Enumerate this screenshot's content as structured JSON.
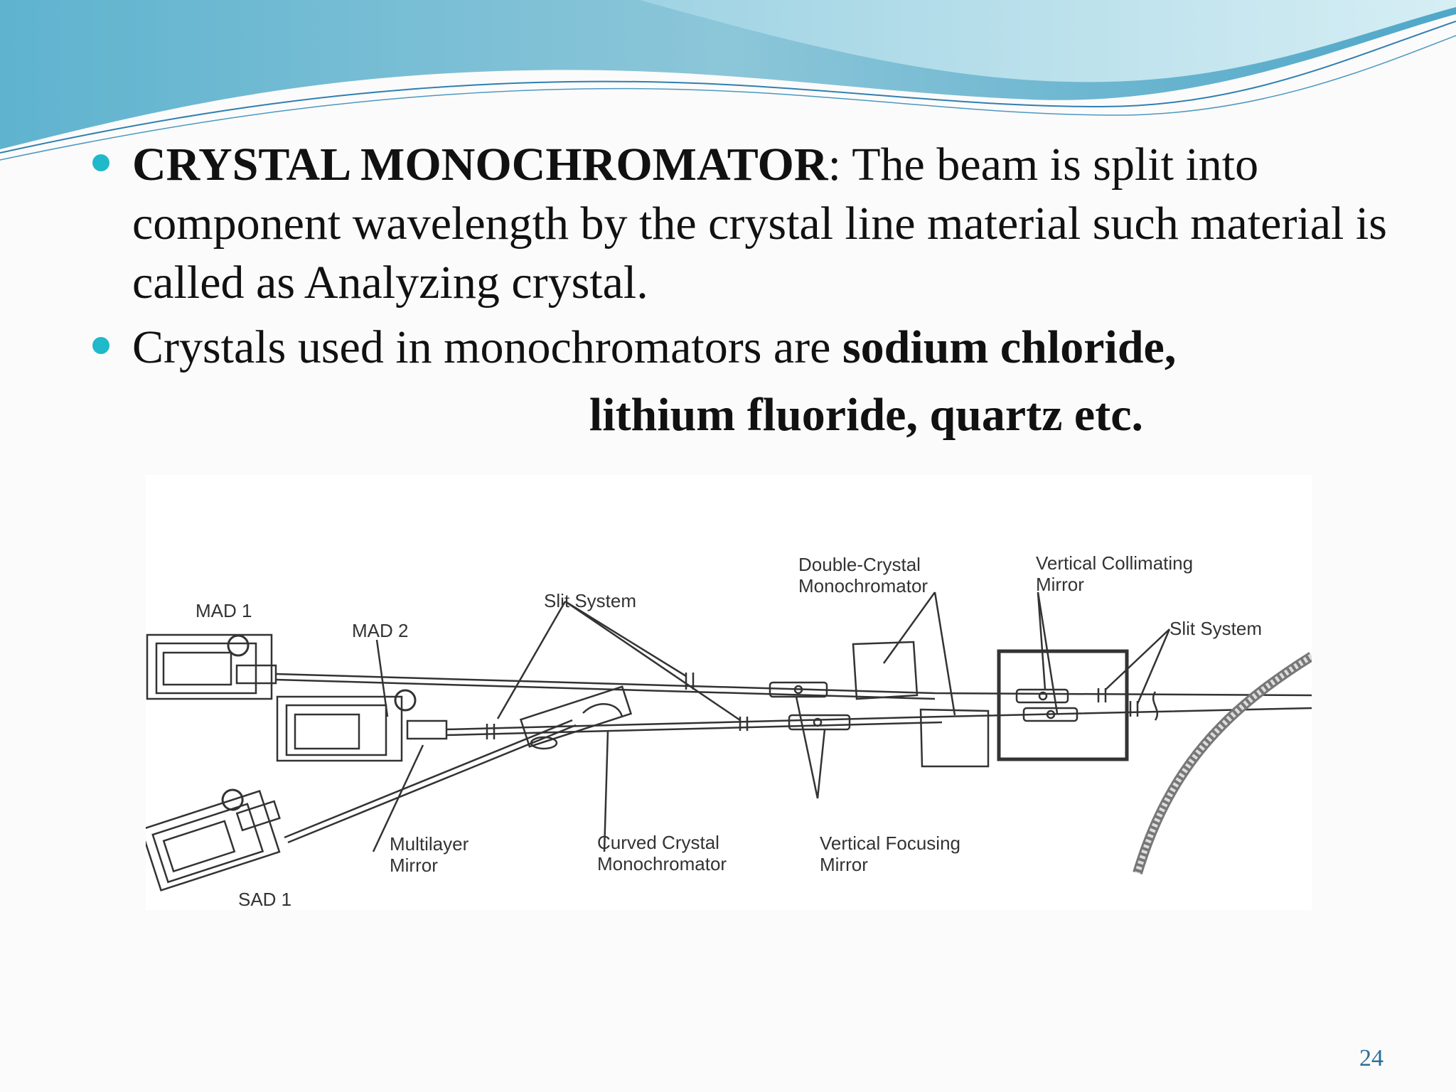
{
  "slide": {
    "bullets": [
      {
        "title": "CRYSTAL MONOCHROMATOR",
        "text": ": The beam is split into component wavelength by the crystal line material such material is called as Analyzing crystal."
      },
      {
        "text_before": "Crystals used in monochromators are ",
        "bold1": "sodium chloride",
        "sep1": ",",
        "bold2": "lithium fluoride",
        "sep2": ", ",
        "bold3": "quartz etc."
      }
    ],
    "page_number": "24"
  },
  "figure": {
    "labels": {
      "mad1": "MAD 1",
      "mad2": "MAD 2",
      "sad1": "SAD 1",
      "slit_system_left": "Slit System",
      "double_crystal_1": "Double-Crystal",
      "double_crystal_2": "Monochromator",
      "vert_coll_1": "Vertical Collimating",
      "vert_coll_2": "Mirror",
      "slit_system_right": "Slit System",
      "multilayer_1": "Multilayer",
      "multilayer_2": "Mirror",
      "curved_1": "Curved Crystal",
      "curved_2": "Monochromator",
      "vert_focus_1": "Vertical Focusing",
      "vert_focus_2": "Mirror"
    }
  },
  "colors": {
    "bullet_dot": "#1fb9c9",
    "wave_dark": "#5aa9c6",
    "wave_light": "#bfe3ec",
    "page_number": "#2a6f9a"
  }
}
